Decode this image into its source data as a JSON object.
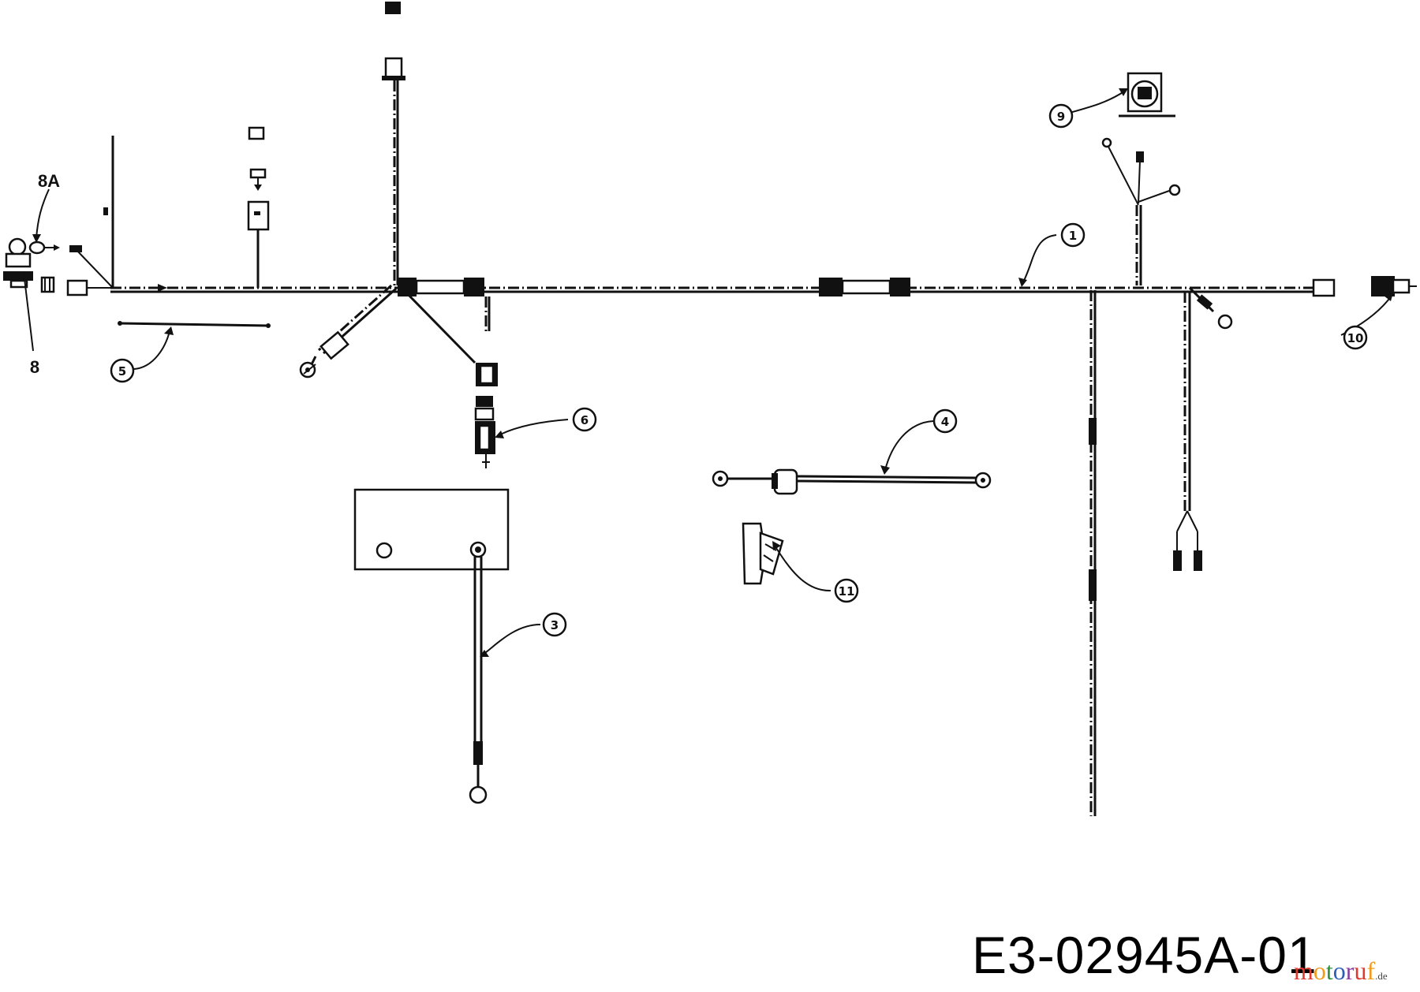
{
  "drawing_code": "E3-02945A-01",
  "watermark": {
    "text": "motoruf",
    "suffix": ".de",
    "colors": [
      "#e03a2f",
      "#f29c1f",
      "#2f8f3a",
      "#2c5fb8",
      "#8a3fa0"
    ]
  },
  "callouts": [
    {
      "label": "1",
      "plain": false
    },
    {
      "label": "3",
      "plain": false
    },
    {
      "label": "4",
      "plain": false
    },
    {
      "label": "5",
      "plain": false
    },
    {
      "label": "6",
      "plain": false
    },
    {
      "label": "8",
      "plain": true
    },
    {
      "label": "8A",
      "plain": true
    },
    {
      "label": "9",
      "plain": false
    },
    {
      "label": "10",
      "plain": false
    },
    {
      "label": "11",
      "plain": false
    }
  ]
}
